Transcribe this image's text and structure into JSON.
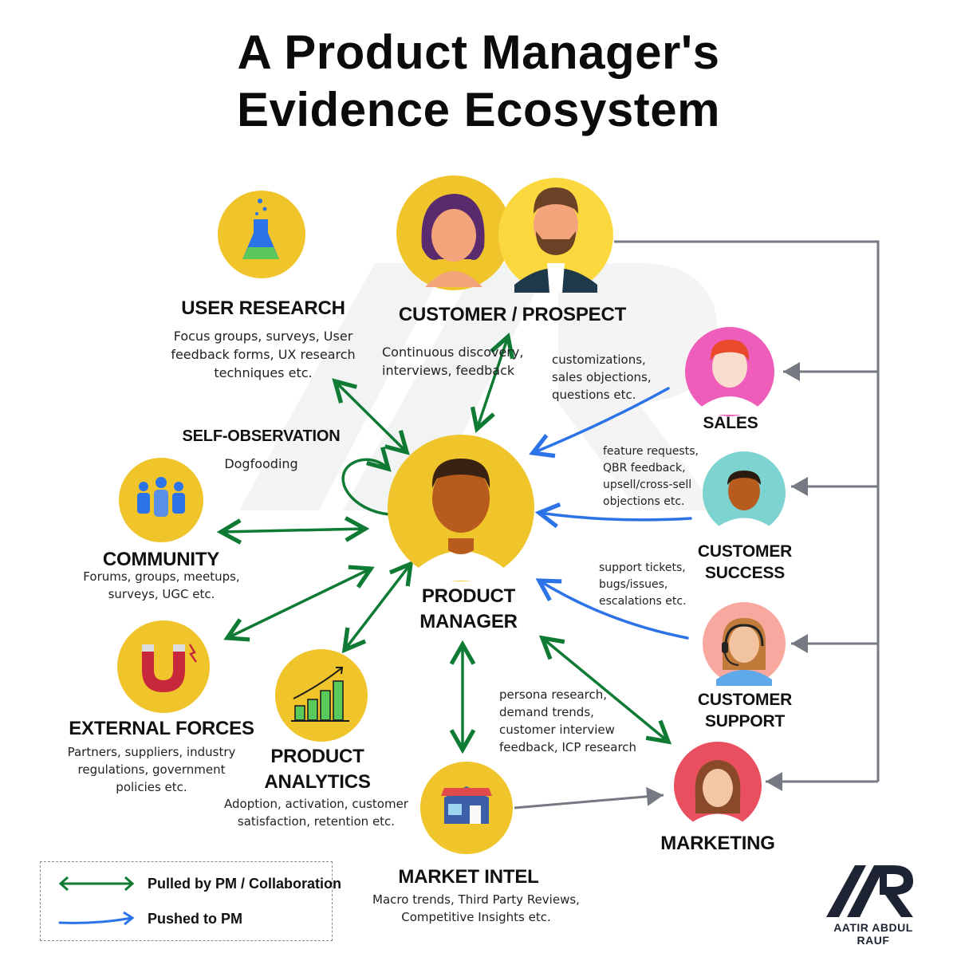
{
  "title": {
    "line1": "A Product Manager's",
    "line2": "Evidence Ecosystem"
  },
  "nodes": {
    "user_research": {
      "title": "USER RESEARCH",
      "desc": "Focus groups, surveys, User feedback forms, UX research techniques etc.",
      "icon": "flask-icon"
    },
    "customer": {
      "title": "CUSTOMER / PROSPECT",
      "desc": "Continuous discovery, interviews, feedback",
      "icon": "customer-avatars-icon"
    },
    "self_observation": {
      "title": "SELF-OBSERVATION",
      "desc": "Dogfooding"
    },
    "community": {
      "title": "COMMUNITY",
      "desc": "Forums, groups, meetups, surveys, UGC etc.",
      "icon": "crowd-icon"
    },
    "external": {
      "title": "EXTERNAL FORCES",
      "desc": "Partners, suppliers, industry regulations, government policies etc.",
      "icon": "magnet-icon"
    },
    "analytics": {
      "title_line1": "PRODUCT",
      "title_line2": "ANALYTICS",
      "desc": "Adoption, activation, customer satisfaction, retention etc.",
      "icon": "bar-chart-icon"
    },
    "market_intel": {
      "title": "MARKET INTEL",
      "desc": "Macro trends, Third Party Reviews, Competitive Insights etc.",
      "icon": "store-icon"
    },
    "pm": {
      "title_line1": "PRODUCT",
      "title_line2": "MANAGER",
      "icon": "pm-avatar-icon"
    },
    "sales": {
      "title": "SALES",
      "note": "customizations, sales objections, questions etc.",
      "icon": "sales-avatar-icon"
    },
    "cs": {
      "title_line1": "CUSTOMER",
      "title_line2": "SUCCESS",
      "note": "feature requests, QBR feedback, upsell/cross-sell objections etc.",
      "icon": "cs-avatar-icon"
    },
    "support": {
      "title_line1": "CUSTOMER",
      "title_line2": "SUPPORT",
      "note": "support tickets, bugs/issues, escalations etc.",
      "icon": "headset-avatar-icon"
    },
    "marketing": {
      "title": "MARKETING",
      "note": "persona research, demand trends, customer interview feedback, ICP research",
      "icon": "marketing-avatar-icon"
    }
  },
  "legend": {
    "pulled": "Pulled by PM / Collaboration",
    "pushed": "Pushed to PM"
  },
  "brand": {
    "name": "AATIR ABDUL RAUF",
    "logo": "AAR"
  },
  "colors": {
    "circle": "#F0C42B",
    "green": "#0E7A34",
    "blue": "#2D73E8",
    "gray": "#757981"
  }
}
